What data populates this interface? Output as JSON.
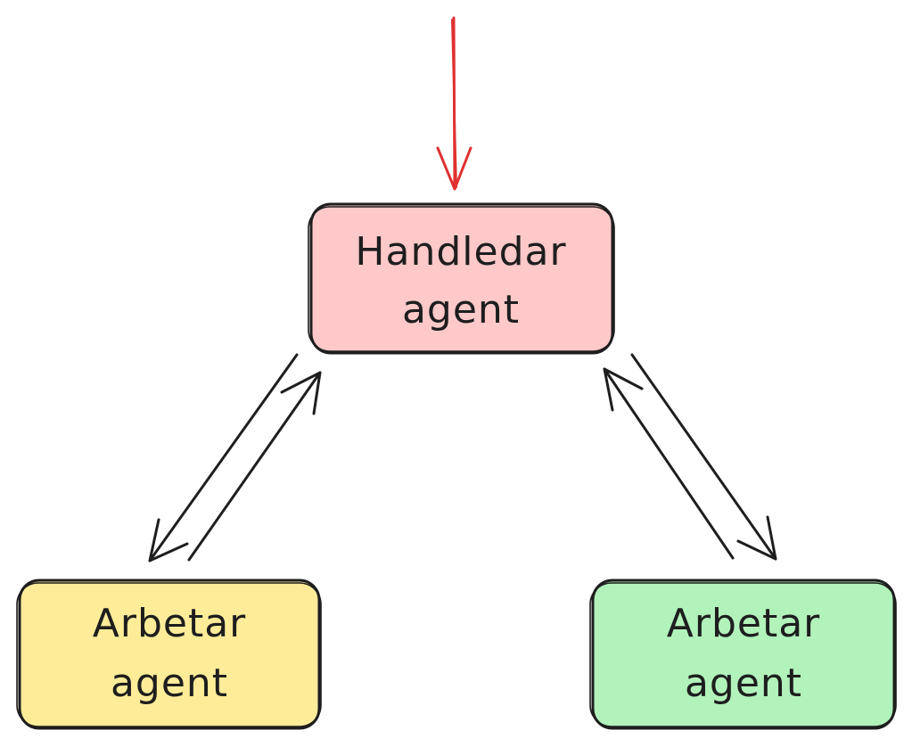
{
  "nodes": [
    {
      "id": "leader",
      "line1": "Handledar",
      "line2": "agent",
      "fill": "#ffc9c9"
    },
    {
      "id": "worker-left",
      "line1": "Arbetar",
      "line2": "agent",
      "fill": "#ffec99"
    },
    {
      "id": "worker-right",
      "line1": "Arbetar",
      "line2": "agent",
      "fill": "#b2f2bb"
    }
  ],
  "colors": {
    "stroke": "#1e1e1e",
    "input_arrow": "#e03131"
  }
}
